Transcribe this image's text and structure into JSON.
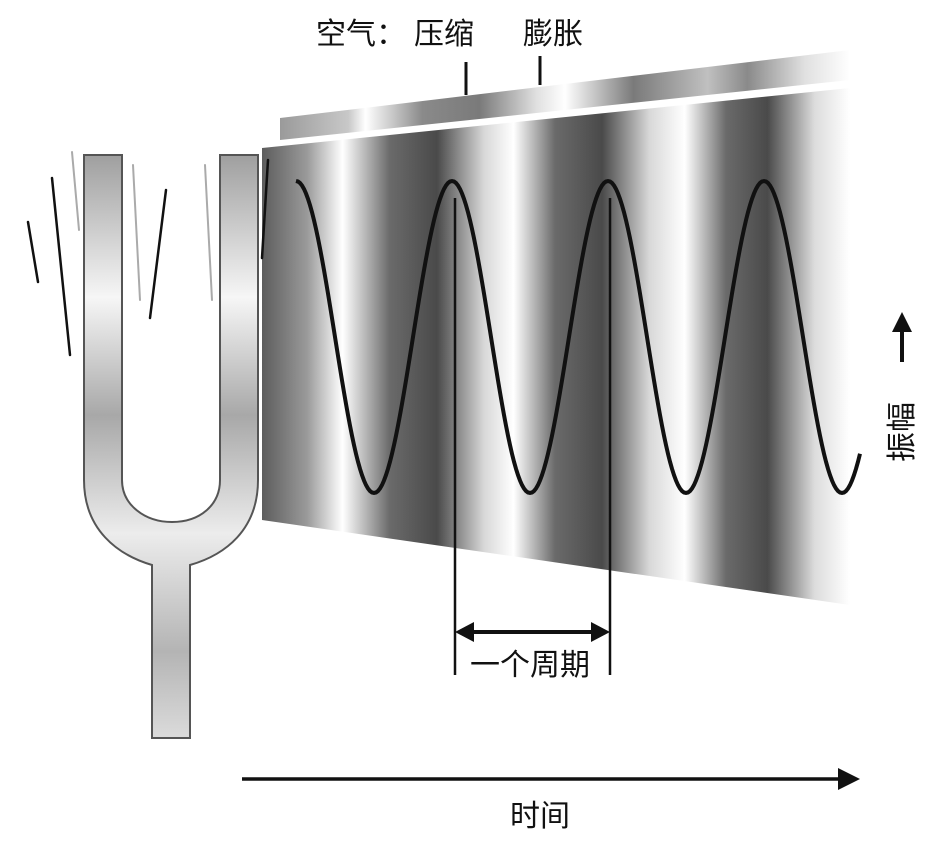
{
  "labels": {
    "air": "空气：",
    "compression": "压缩",
    "expansion": "膨胀",
    "period": "一个周期",
    "amplitude": "振幅",
    "time": "时间"
  },
  "wave": {
    "cycles": 3.6
  },
  "colors": {
    "band_dark": "#4a4a4a",
    "band_light": "#ffffff",
    "wave_line": "#111111",
    "fork_shade": "#9a9a9a",
    "fork_highlight": "#f4f4f4",
    "fork_outline": "#555555"
  }
}
